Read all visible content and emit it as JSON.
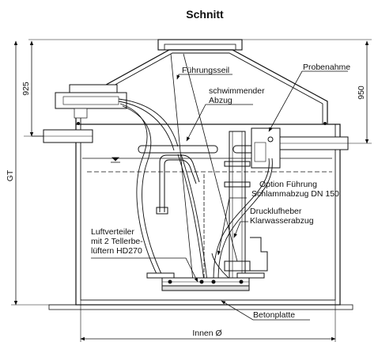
{
  "title": "Schnitt",
  "labels": {
    "fuehrungsseil": "Führungsseil",
    "schwimmender_1": "schwimmender",
    "schwimmender_2": "Abzug",
    "probenahme": "Probenahme",
    "option_1": "Option Führung",
    "option_2": "Schlammabzug DN 150",
    "druck_1": "Drucklufheber",
    "druck_2": "Klarwasserabzug",
    "luft_1": "Luftverteiler",
    "luft_2": "mit 2 Tellerbe-",
    "luft_3": "lüftern HD270",
    "betonplatte": "Betonplatte",
    "innen": "Innen Ø"
  },
  "dimensions": {
    "d925": "925",
    "d950": "950",
    "gt": "GT"
  }
}
